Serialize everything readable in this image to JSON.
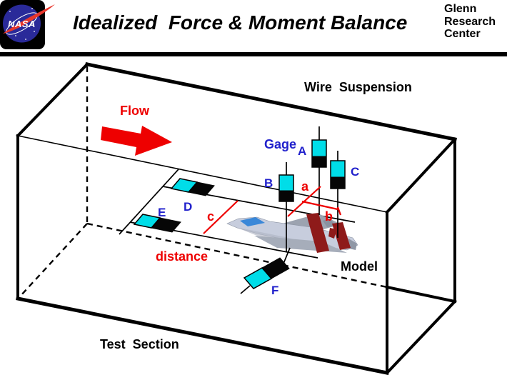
{
  "header": {
    "nasa": "NASA",
    "title": "Idealized  Force & Moment Balance",
    "org_line1": "Glenn",
    "org_line2": "Research",
    "org_line3": "Center"
  },
  "labels": {
    "flow": "Flow",
    "wire_suspension": "Wire  Suspension",
    "gage": "Gage",
    "gage_a": "A",
    "gage_b": "B",
    "gage_c": "C",
    "gage_d": "D",
    "gage_e": "E",
    "gage_f": "F",
    "dim_a": "a",
    "dim_b": "b",
    "dim_c": "c",
    "dim_distance": "distance",
    "model": "Model",
    "test_section": "Test  Section"
  },
  "colors": {
    "gage_cyan": "#00DDE8",
    "label_blue": "#2121CC",
    "accent_red": "#EE0000",
    "stripe_dark_red": "#8E1A1A",
    "canopy_blue": "#3A87D8",
    "nasa_blue": "#2A2A99"
  }
}
